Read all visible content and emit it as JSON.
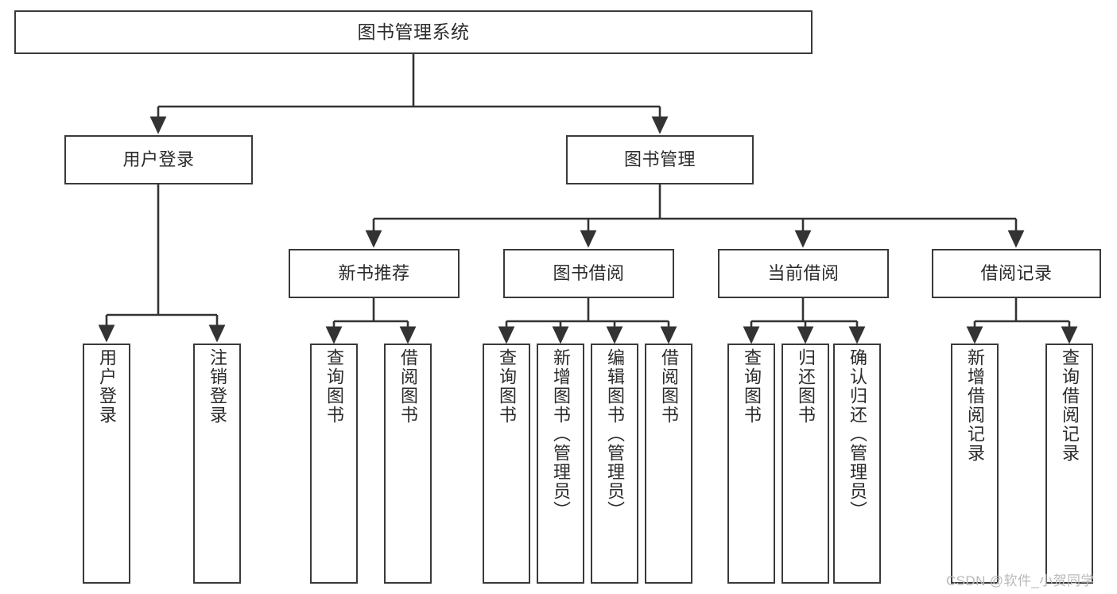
{
  "diagram": {
    "type": "tree-hierarchy",
    "title": "图书管理系统",
    "root": {
      "id": "root",
      "label": "图书管理系统"
    },
    "level2": [
      {
        "id": "user-login",
        "label": "用户登录"
      },
      {
        "id": "book-management",
        "label": "图书管理"
      }
    ],
    "level3": [
      {
        "id": "new-book-recommend",
        "label": "新书推荐",
        "parent": "book-management"
      },
      {
        "id": "book-borrow",
        "label": "图书借阅",
        "parent": "book-management"
      },
      {
        "id": "current-borrow",
        "label": "当前借阅",
        "parent": "book-management"
      },
      {
        "id": "borrow-record",
        "label": "借阅记录",
        "parent": "book-management"
      }
    ],
    "leaves": [
      {
        "id": "leaf-user-login",
        "label": "用户登录",
        "parent": "user-login"
      },
      {
        "id": "leaf-logout-login",
        "label": "注销登录",
        "parent": "user-login"
      },
      {
        "id": "leaf-query-book-1",
        "label": "查询图书",
        "parent": "new-book-recommend"
      },
      {
        "id": "leaf-borrow-book-1",
        "label": "借阅图书",
        "parent": "new-book-recommend"
      },
      {
        "id": "leaf-query-book-2",
        "label": "查询图书",
        "parent": "book-borrow"
      },
      {
        "id": "leaf-add-book",
        "label": "新增图书（管理员）",
        "parent": "book-borrow"
      },
      {
        "id": "leaf-edit-book",
        "label": "编辑图书（管理员）",
        "parent": "book-borrow"
      },
      {
        "id": "leaf-borrow-book-2",
        "label": "借阅图书",
        "parent": "book-borrow"
      },
      {
        "id": "leaf-query-book-3",
        "label": "查询图书",
        "parent": "current-borrow"
      },
      {
        "id": "leaf-return-book",
        "label": "归还图书",
        "parent": "current-borrow"
      },
      {
        "id": "leaf-confirm-return",
        "label": "确认归还（管理员）",
        "parent": "current-borrow"
      },
      {
        "id": "leaf-add-record",
        "label": "新增借阅记录",
        "parent": "borrow-record"
      },
      {
        "id": "leaf-query-record",
        "label": "查询借阅记录",
        "parent": "borrow-record"
      }
    ]
  },
  "colors": {
    "box_border": "#3a3a3a",
    "box_fill": "#ffffff",
    "connector": "#333333",
    "text": "#2b2b2b",
    "watermark": "#b9b9b9"
  },
  "watermark": {
    "text": "CSDN @软件_小贺同学"
  }
}
